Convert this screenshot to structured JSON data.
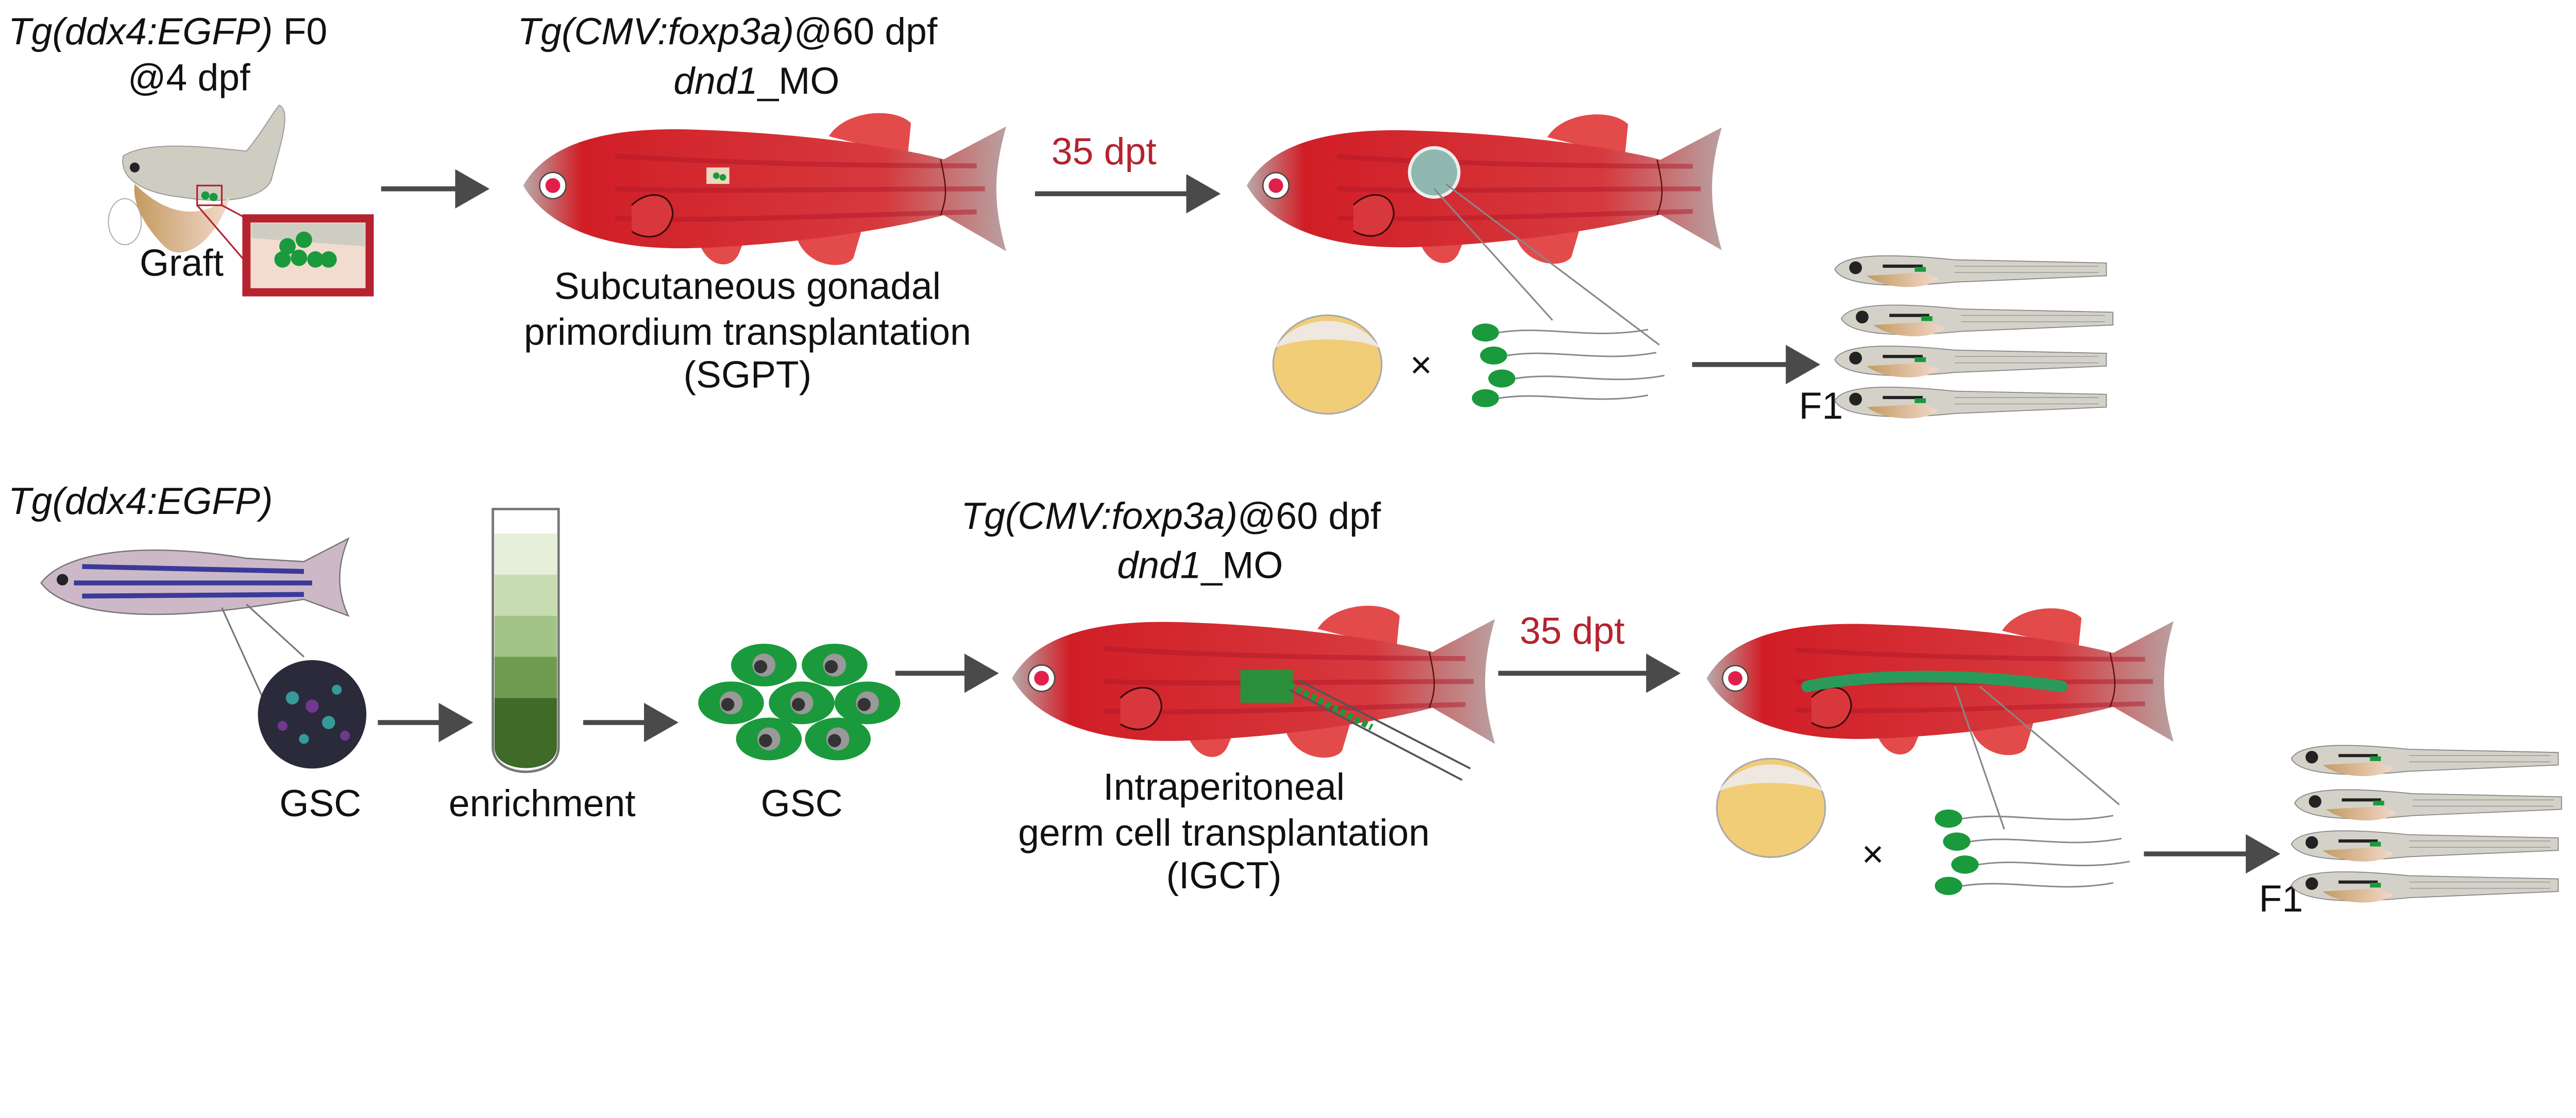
{
  "top": {
    "donor_label": "Tg(ddx4:EGFP)",
    "donor_suffix": " F0",
    "donor_age": "@4 dpf",
    "graft_label": "Graft",
    "host_label": "Tg(CMV:foxp3a)",
    "host_age": "@60 dpf",
    "host_mo": "dnd1",
    "host_mo_suffix": "_MO",
    "method_line1": "Subcutaneous gonadal",
    "method_line2": "primordium transplantation",
    "method_line3": "(SGPT)",
    "time_label": "35 dpt",
    "cross_symbol": "×",
    "offspring_label": "F1"
  },
  "bottom": {
    "donor_label": "Tg(ddx4:EGFP)",
    "gsc_label_1": "GSC",
    "enrichment_label": "enrichment",
    "gsc_label_2": "GSC",
    "host_label": "Tg(CMV:foxp3a)",
    "host_age": "@60 dpf",
    "host_mo": "dnd1",
    "host_mo_suffix": "_MO",
    "method_line1": "Intraperitoneal",
    "method_line2": "germ cell  transplantation",
    "method_line3": "(IGCT)",
    "time_label": "35 dpt",
    "cross_symbol": "×",
    "offspring_label": "F1"
  },
  "colors": {
    "host_fish": "#d0202a",
    "accent_text": "#b5232f",
    "gfp": "#1a9a3c",
    "arrow": "#4a4a4a",
    "donor_stripes": "#3a3a9a"
  }
}
